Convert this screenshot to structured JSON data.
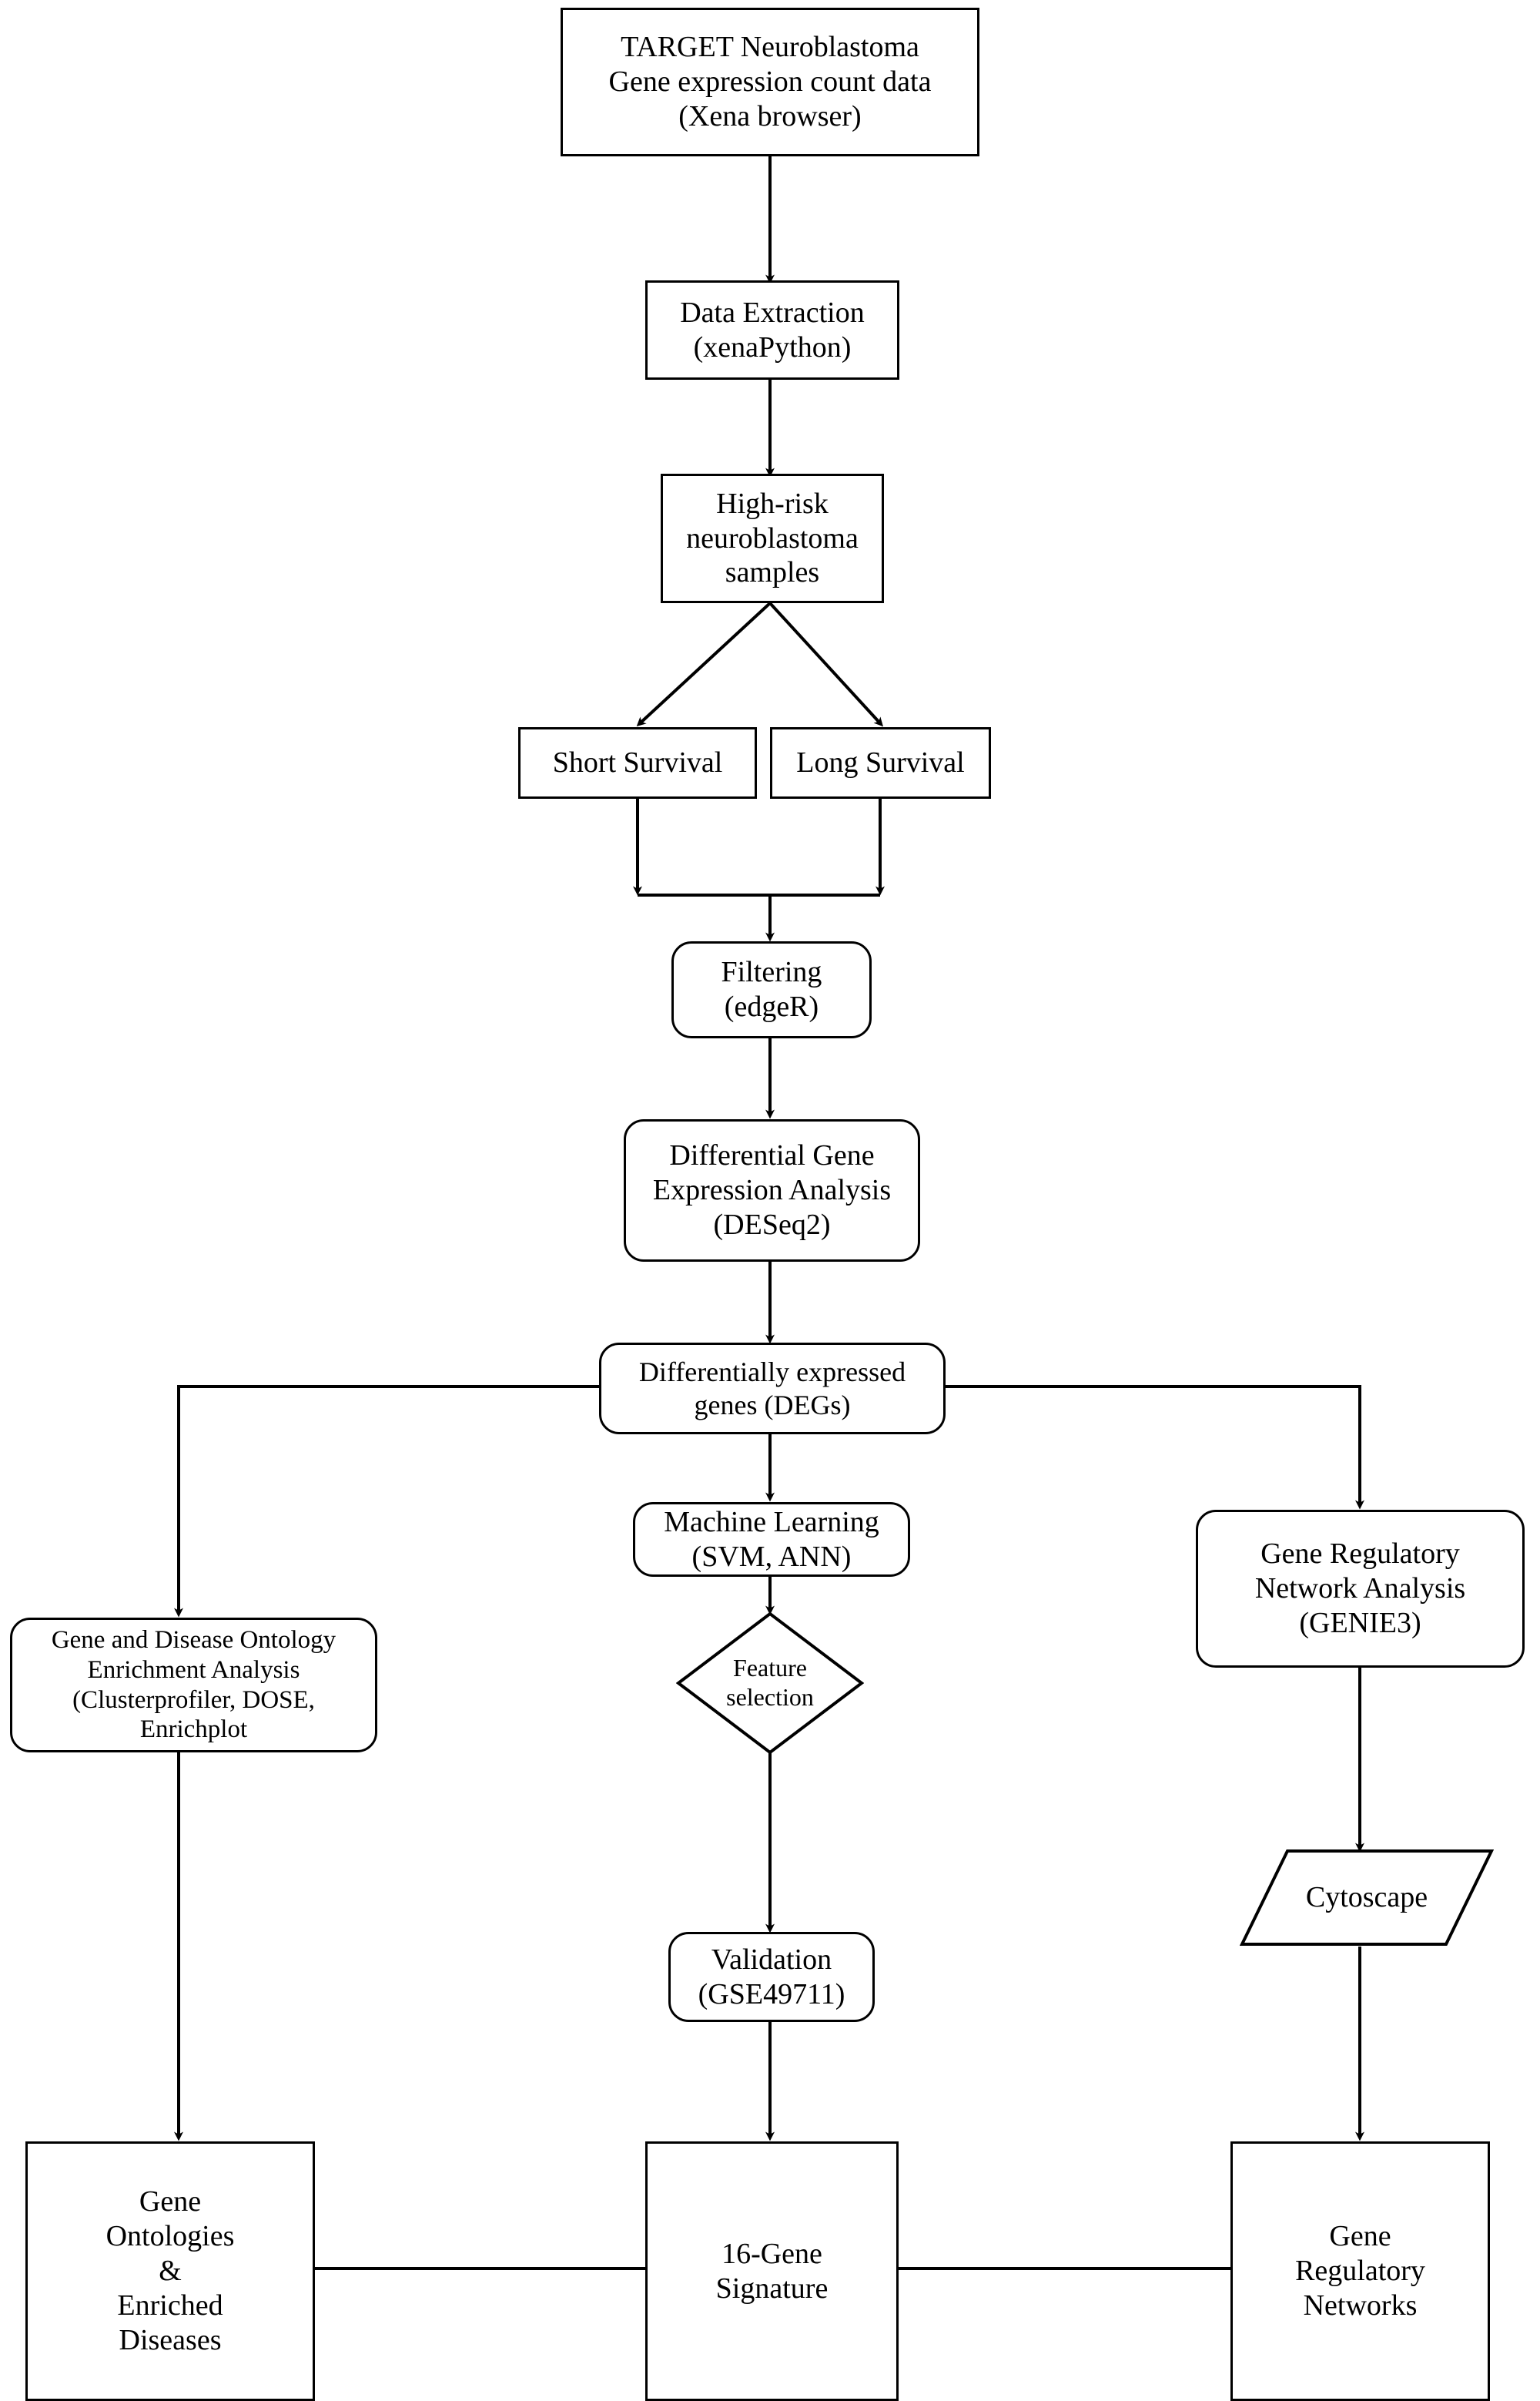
{
  "diagram": {
    "title": "Neuroblastoma transcriptomics analysis workflow",
    "stroke_color": "#000000",
    "background_color": "#ffffff"
  },
  "nodes": {
    "source_data": {
      "label": "TARGET Neuroblastoma\nGene expression count data\n(Xena browser)",
      "shape": "rectangle",
      "font_size": 38
    },
    "data_extraction": {
      "label": "Data Extraction\n(xenaPython)",
      "shape": "rectangle",
      "font_size": 38
    },
    "high_risk_samples": {
      "label": "High-risk\nneuroblastoma\nsamples",
      "shape": "rectangle",
      "font_size": 38
    },
    "short_survival": {
      "label": "Short Survival",
      "shape": "rectangle",
      "font_size": 38
    },
    "long_survival": {
      "label": "Long Survival",
      "shape": "rectangle",
      "font_size": 38
    },
    "filtering": {
      "label": "Filtering\n(edgeR)",
      "shape": "rounded-rectangle",
      "font_size": 38
    },
    "dge_analysis": {
      "label": "Differential Gene\nExpression Analysis\n(DESeq2)",
      "shape": "rounded-rectangle",
      "font_size": 38
    },
    "degs": {
      "label": "Differentially expressed\ngenes (DEGs)",
      "shape": "rounded-rectangle",
      "font_size": 36
    },
    "ontology_enrichment": {
      "label": "Gene and Disease Ontology\nEnrichment Analysis\n(Clusterprofiler, DOSE,\nEnrichplot",
      "shape": "rounded-rectangle",
      "font_size": 33
    },
    "machine_learning": {
      "label": "Machine Learning\n(SVM, ANN)",
      "shape": "rounded-rectangle",
      "font_size": 38
    },
    "feature_selection": {
      "label": "Feature\nselection",
      "shape": "diamond",
      "font_size": 32
    },
    "validation": {
      "label": "Validation\n(GSE49711)",
      "shape": "rounded-rectangle",
      "font_size": 38
    },
    "grn_analysis": {
      "label": "Gene Regulatory\nNetwork Analysis\n(GENIE3)",
      "shape": "rounded-rectangle",
      "font_size": 38
    },
    "cytoscape": {
      "label": "Cytoscape",
      "shape": "parallelogram",
      "font_size": 38
    },
    "gene_ontologies_result": {
      "label": "Gene\nOntologies\n&\nEnriched\nDiseases",
      "shape": "rectangle",
      "font_size": 38
    },
    "gene_signature_result": {
      "label": "16-Gene\nSignature",
      "shape": "rectangle",
      "font_size": 38
    },
    "grn_result": {
      "label": "Gene\nRegulatory\nNetworks",
      "shape": "rectangle",
      "font_size": 38
    }
  },
  "edges": [
    {
      "from": "source_data",
      "to": "data_extraction",
      "arrow": true
    },
    {
      "from": "data_extraction",
      "to": "high_risk_samples",
      "arrow": true
    },
    {
      "from": "high_risk_samples",
      "to": "short_survival",
      "arrow": true
    },
    {
      "from": "high_risk_samples",
      "to": "long_survival",
      "arrow": true
    },
    {
      "from": "short_survival",
      "to": "filtering",
      "arrow": true
    },
    {
      "from": "long_survival",
      "to": "filtering",
      "arrow": true
    },
    {
      "from": "filtering",
      "to": "dge_analysis",
      "arrow": true
    },
    {
      "from": "dge_analysis",
      "to": "degs",
      "arrow": true
    },
    {
      "from": "degs",
      "to": "ontology_enrichment",
      "arrow": true
    },
    {
      "from": "degs",
      "to": "machine_learning",
      "arrow": true
    },
    {
      "from": "degs",
      "to": "grn_analysis",
      "arrow": true
    },
    {
      "from": "machine_learning",
      "to": "feature_selection",
      "arrow": true
    },
    {
      "from": "feature_selection",
      "to": "validation",
      "arrow": true
    },
    {
      "from": "validation",
      "to": "gene_signature_result",
      "arrow": true
    },
    {
      "from": "ontology_enrichment",
      "to": "gene_ontologies_result",
      "arrow": true
    },
    {
      "from": "grn_analysis",
      "to": "cytoscape",
      "arrow": true
    },
    {
      "from": "cytoscape",
      "to": "grn_result",
      "arrow": true
    },
    {
      "from": "gene_ontologies_result",
      "to": "gene_signature_result",
      "arrow": false
    },
    {
      "from": "gene_signature_result",
      "to": "grn_result",
      "arrow": false
    }
  ]
}
